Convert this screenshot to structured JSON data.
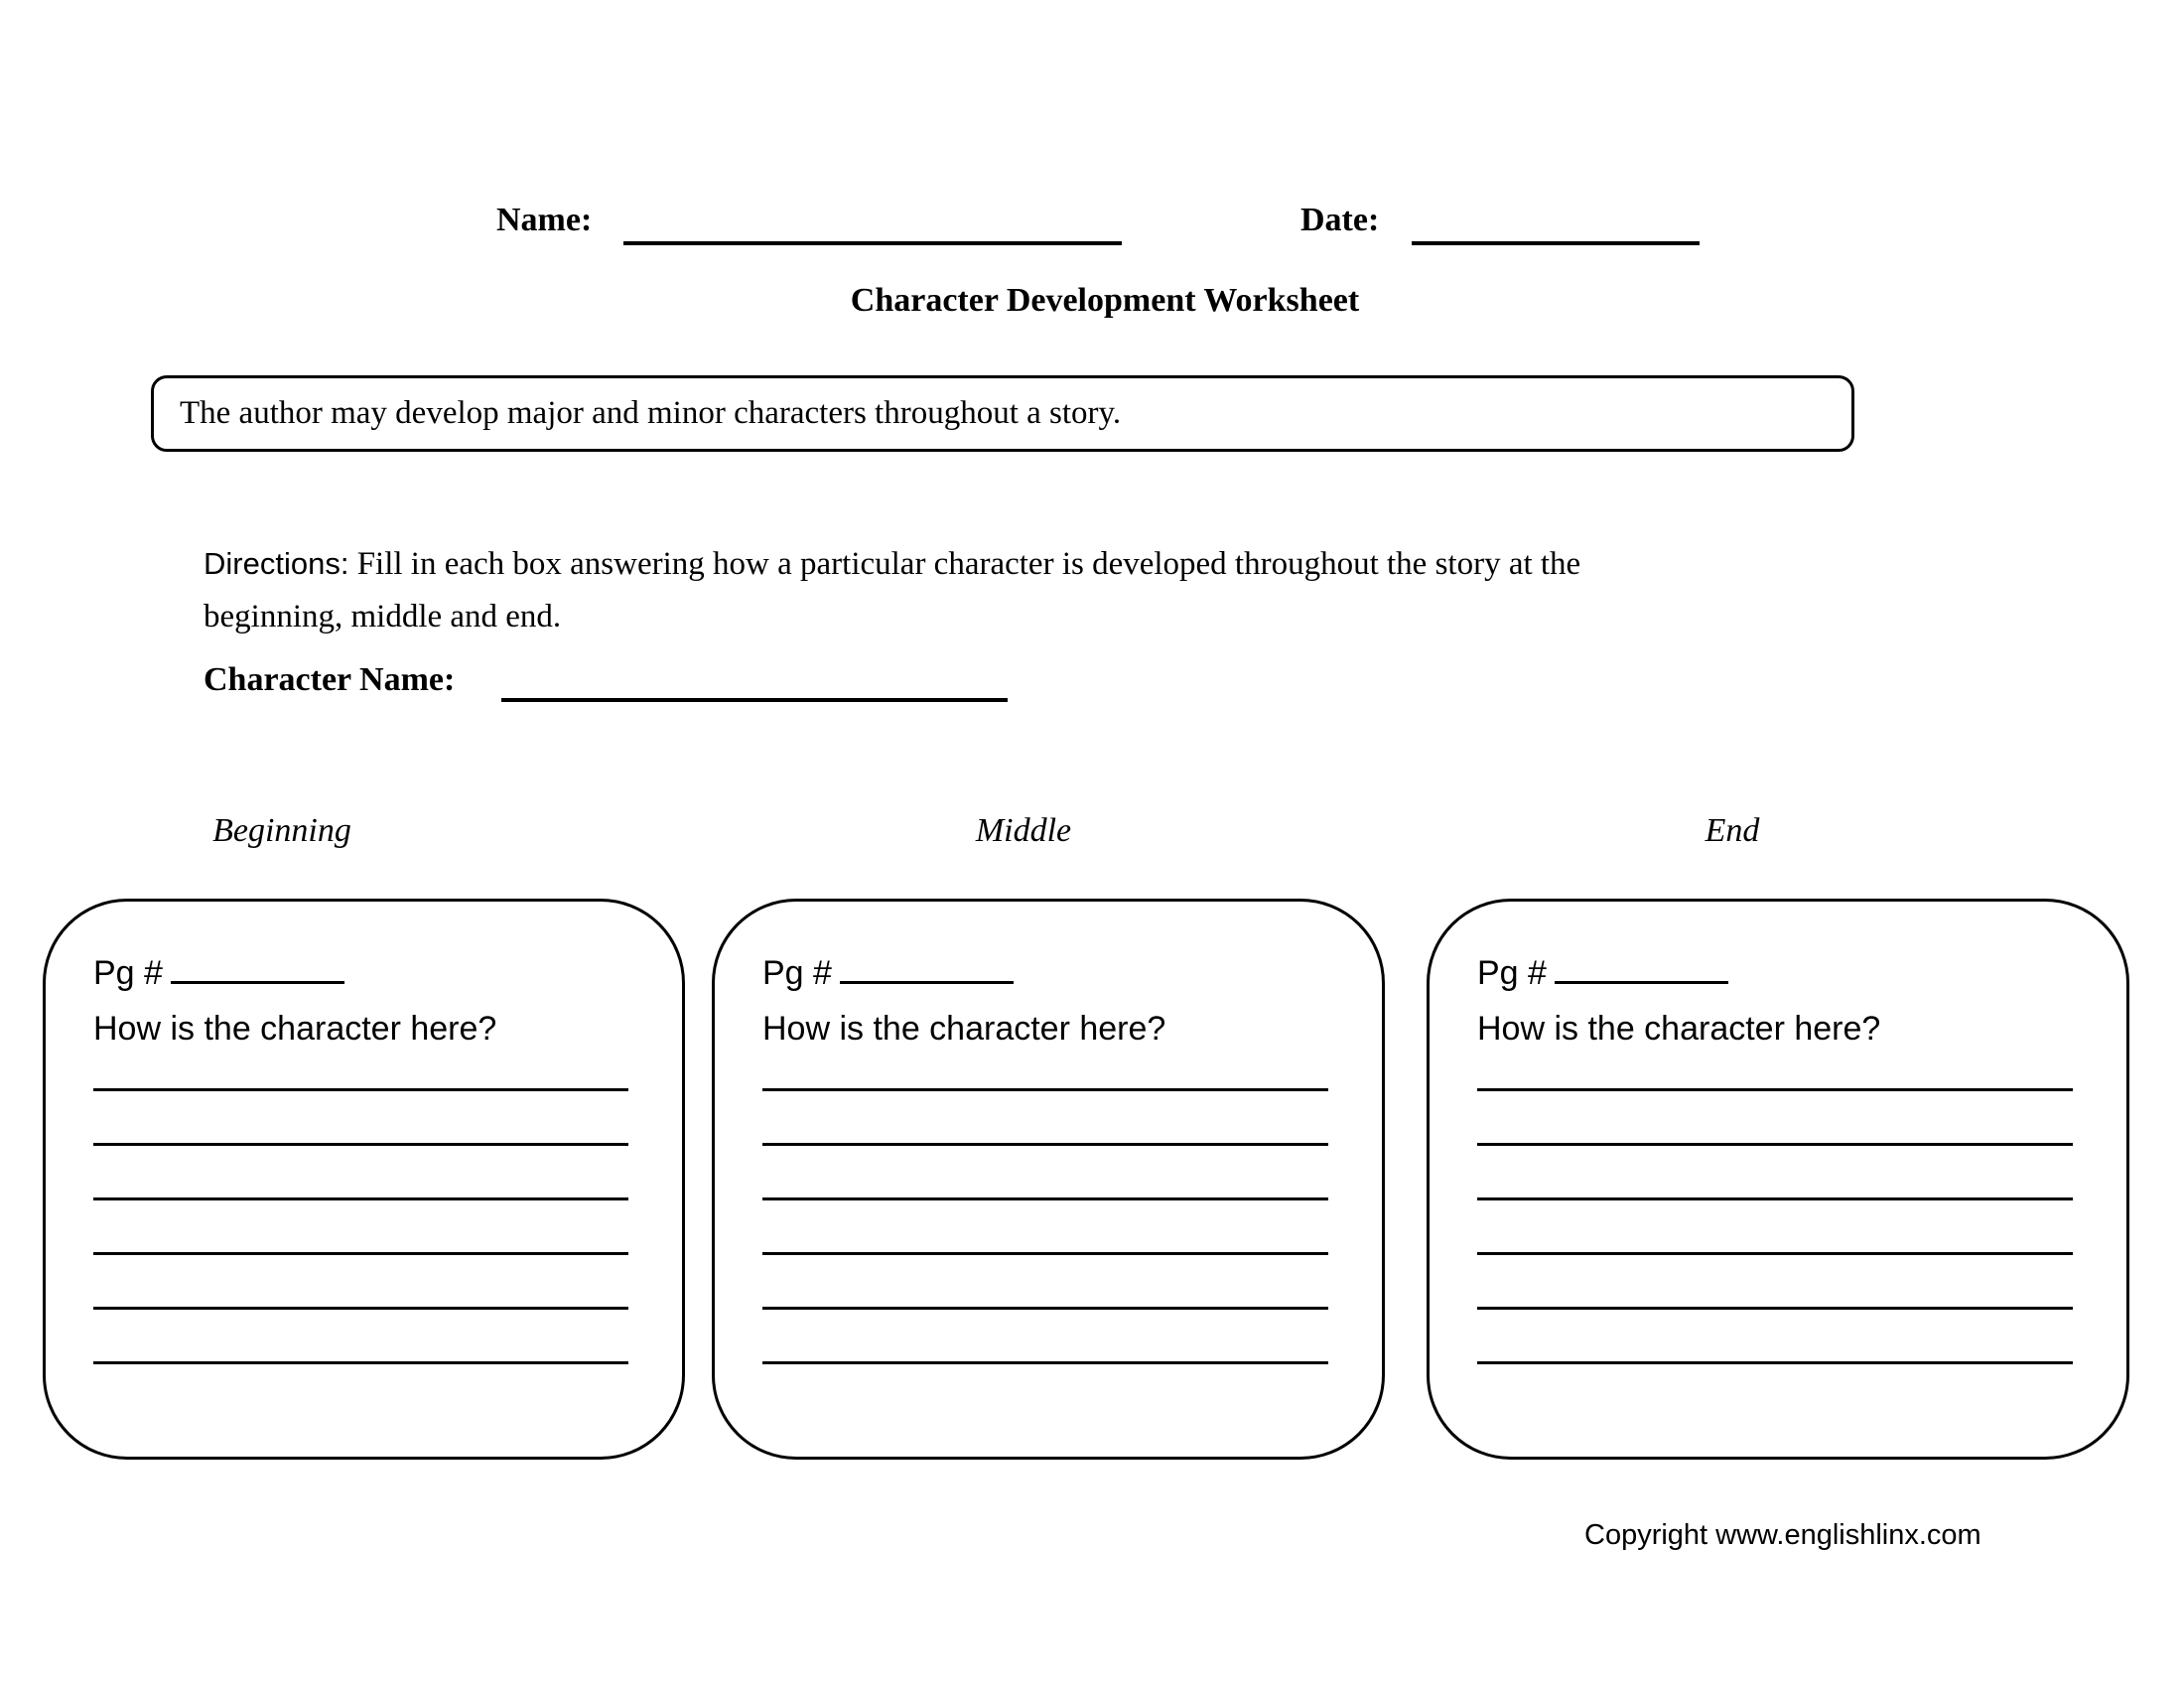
{
  "header": {
    "name_label": "Name:",
    "date_label": "Date:"
  },
  "title": "Character Development Worksheet",
  "intro_box": {
    "text": "The author may develop major and minor characters throughout a story."
  },
  "directions": {
    "label": "Directions:",
    "text_line1": "Fill in each box answering how a particular character is developed throughout the story at the",
    "text_line2": "beginning, middle and end."
  },
  "character_name": {
    "label": "Character Name:"
  },
  "sections": [
    {
      "heading": "Beginning"
    },
    {
      "heading": "Middle"
    },
    {
      "heading": "End"
    }
  ],
  "cards": [
    {
      "pg_label": "Pg #",
      "question": "How is the character here?"
    },
    {
      "pg_label": "Pg #",
      "question": "How is the character here?"
    },
    {
      "pg_label": "Pg #",
      "question": "How is the character here?"
    }
  ],
  "footer": {
    "copyright": "Copyright www.englishlinx.com"
  }
}
